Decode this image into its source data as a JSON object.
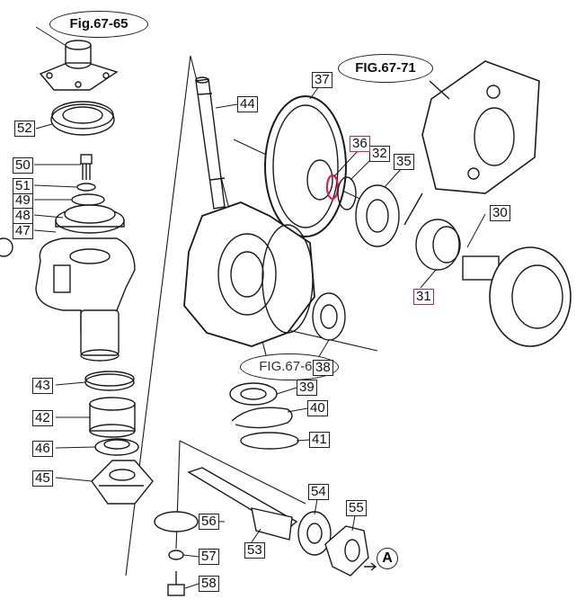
{
  "figures": {
    "fig_top_left": "Fig.67-65",
    "fig_top_right": "FIG.67-71",
    "fig_center": "FIG.67-69"
  },
  "callouts": {
    "p30": "30",
    "p31": "31",
    "p32": "32",
    "p35": "35",
    "p36": "36",
    "p37": "37",
    "p38": "38",
    "p39": "39",
    "p40": "40",
    "p41": "41",
    "p42": "42",
    "p43": "43",
    "p44": "44",
    "p45": "45",
    "p46": "46",
    "p47": "47",
    "p48": "48",
    "p49": "49",
    "p50": "50",
    "p51": "51",
    "p52": "52",
    "p53": "53",
    "p54": "54",
    "p55": "55",
    "p56": "56",
    "p57": "57",
    "p58": "58"
  },
  "view_marker": "A",
  "highlight_colors": {
    "selected": "#e0204a",
    "alternate": "#8a2f8a"
  }
}
